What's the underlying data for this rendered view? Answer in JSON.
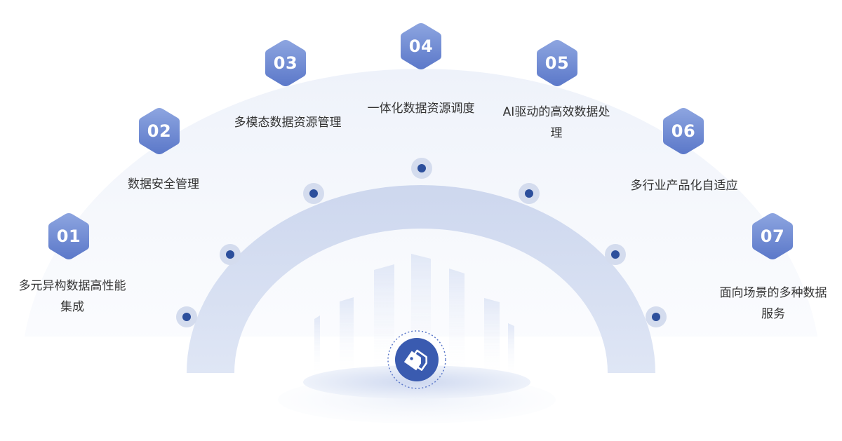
{
  "colors": {
    "hex_light": "#8da5e0",
    "hex_dark": "#5b78c9",
    "dot_center": "#2c4f9c",
    "arc": "#d3dcef",
    "label_text": "#333333",
    "tag_circle": "#3a5bb0"
  },
  "center": {
    "icon": "price-tag-icon"
  },
  "items": [
    {
      "num": "01",
      "label": "多元异构数据高性能集成"
    },
    {
      "num": "02",
      "label": "数据安全管理"
    },
    {
      "num": "03",
      "label": "多模态数据资源管理"
    },
    {
      "num": "04",
      "label": "一体化数据资源调度"
    },
    {
      "num": "05",
      "label": "AI驱动的高效数据处理"
    },
    {
      "num": "06",
      "label": "多行业产品化自适应"
    },
    {
      "num": "07",
      "label": "面向场景的多种数据服务"
    }
  ]
}
